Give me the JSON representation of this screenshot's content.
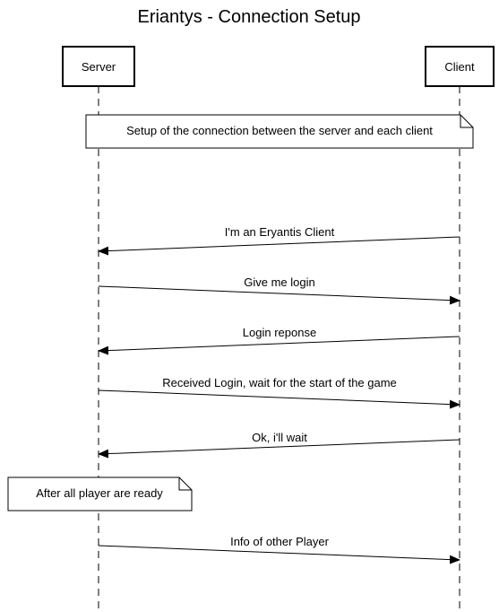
{
  "title": "Eriantys - Connection Setup",
  "actors": {
    "server": "Server",
    "client": "Client"
  },
  "notes": {
    "setup": "Setup of the connection between the server and each client",
    "ready": "After all player are ready"
  },
  "messages": [
    {
      "label": "I'm an Eryantis Client",
      "from": "client",
      "to": "server"
    },
    {
      "label": "Give me login",
      "from": "server",
      "to": "client"
    },
    {
      "label": "Login reponse",
      "from": "client",
      "to": "server"
    },
    {
      "label": "Received Login, wait for the start of the game",
      "from": "server",
      "to": "client"
    },
    {
      "label": "Ok, i'll wait",
      "from": "client",
      "to": "server"
    },
    {
      "label": "Info of other Player",
      "from": "server",
      "to": "client"
    }
  ],
  "colors": {
    "line": "#000000",
    "background": "#ffffff"
  }
}
